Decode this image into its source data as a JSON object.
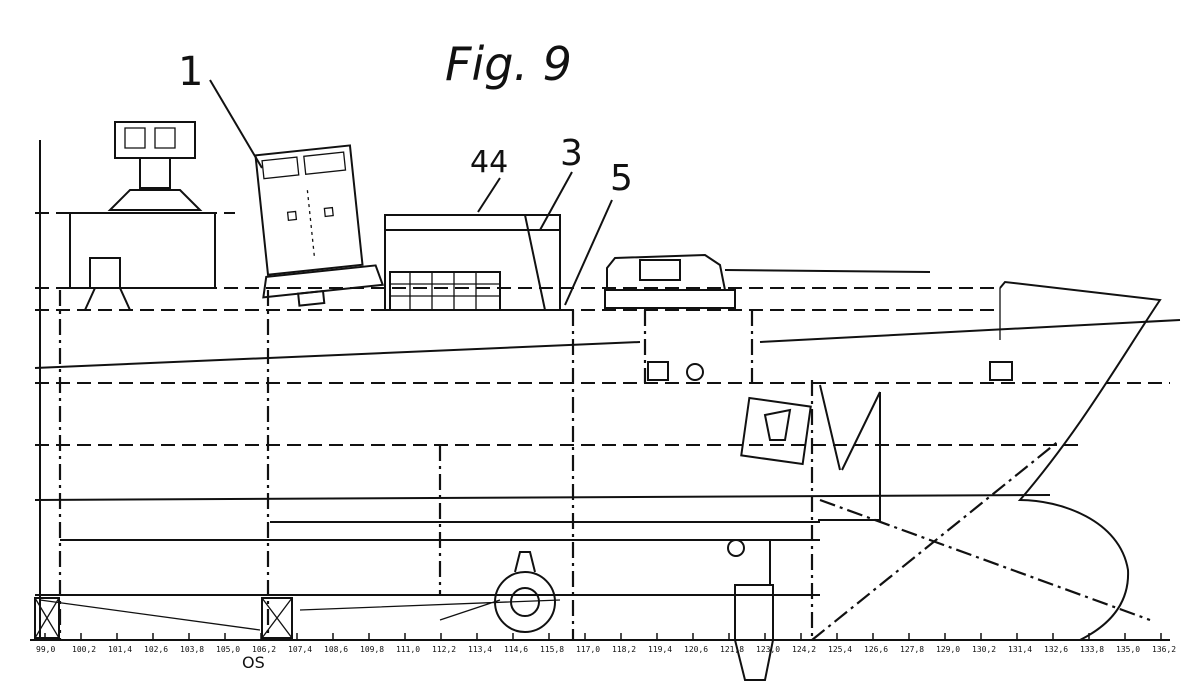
{
  "figure": {
    "title": "Fig. 9",
    "reference_labels": [
      "1",
      "44",
      "3",
      "5"
    ],
    "scale_marker": "OS",
    "scale_labels": [
      "99,0",
      "100,2",
      "101,4",
      "102,6",
      "103,8",
      "105,0",
      "106,2",
      "107,4",
      "108,6",
      "109,8",
      "111,0",
      "112,2",
      "113,4",
      "114,6",
      "115,8",
      "117,0",
      "118,2",
      "119,4",
      "120,6",
      "121,8",
      "123,0",
      "124,2",
      "125,4",
      "126,6",
      "127,8",
      "129,0",
      "130,2",
      "131,4",
      "132,6",
      "133,8",
      "135,0",
      "136,2"
    ]
  }
}
